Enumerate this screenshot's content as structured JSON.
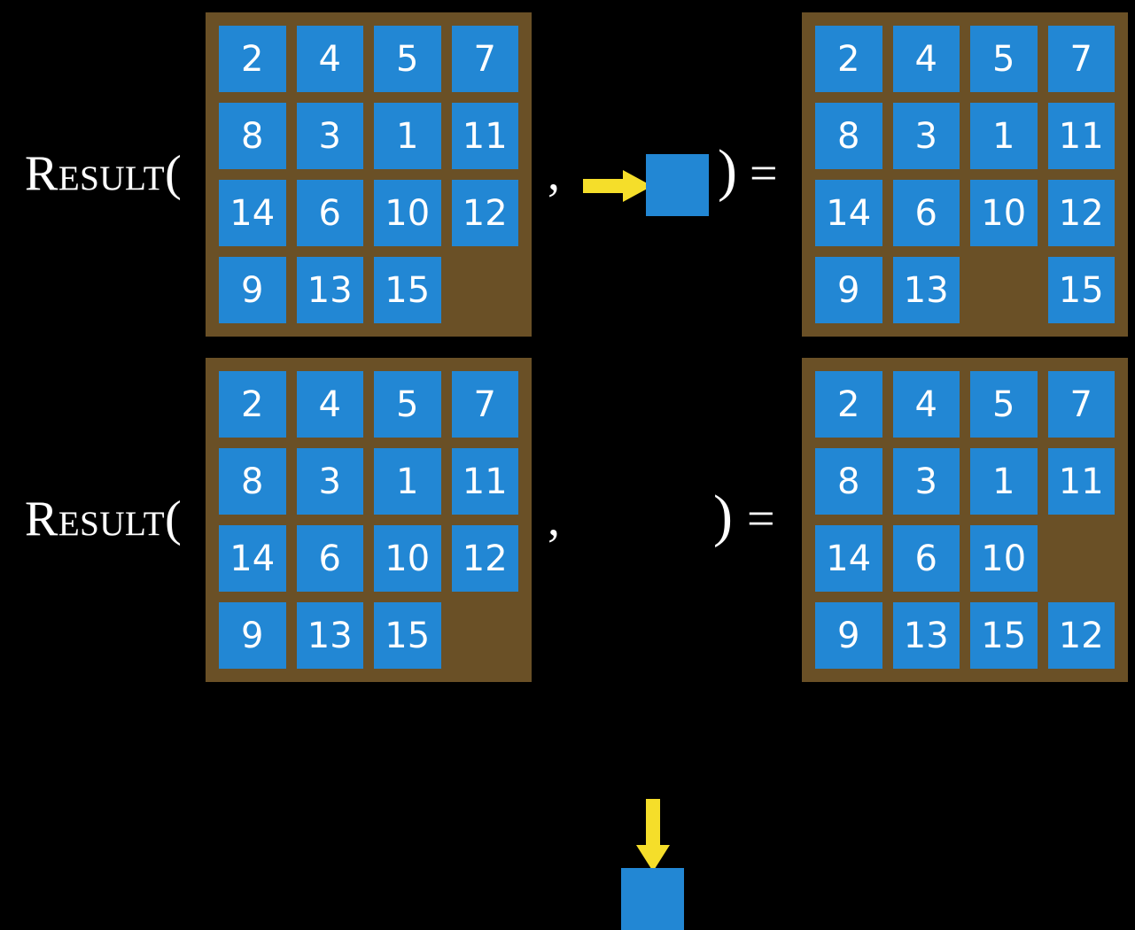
{
  "slide": {
    "background_color": "#000000",
    "tile_color": "#2287d4",
    "board_color": "#6a5026",
    "arrow_color": "#f5de2a",
    "text_color": "#ffffff"
  },
  "labels": {
    "result": "Result(",
    "comma": ",",
    "close_paren": ")",
    "equals": "="
  },
  "rows": [
    {
      "id": "row-top",
      "operation": "move-tile-right",
      "arrow_direction": "right",
      "arrow_icon": "arrow-right-icon",
      "input_board": {
        "name": "input-board-top",
        "rows": 4,
        "cols": 4,
        "cells": [
          [
            "2",
            "4",
            "5",
            "7"
          ],
          [
            "8",
            "3",
            "1",
            "11"
          ],
          [
            "14",
            "6",
            "10",
            "12"
          ],
          [
            "9",
            "13",
            "15",
            ""
          ]
        ]
      },
      "output_board": {
        "name": "output-board-top",
        "rows": 4,
        "cols": 4,
        "cells": [
          [
            "2",
            "4",
            "5",
            "7"
          ],
          [
            "8",
            "3",
            "1",
            "11"
          ],
          [
            "14",
            "6",
            "10",
            "12"
          ],
          [
            "9",
            "13",
            "",
            "15"
          ]
        ]
      }
    },
    {
      "id": "row-bottom",
      "operation": "move-tile-down",
      "arrow_direction": "down",
      "arrow_icon": "arrow-down-icon",
      "input_board": {
        "name": "input-board-bottom",
        "rows": 4,
        "cols": 4,
        "cells": [
          [
            "2",
            "4",
            "5",
            "7"
          ],
          [
            "8",
            "3",
            "1",
            "11"
          ],
          [
            "14",
            "6",
            "10",
            "12"
          ],
          [
            "9",
            "13",
            "15",
            ""
          ]
        ]
      },
      "output_board": {
        "name": "output-board-bottom",
        "rows": 4,
        "cols": 4,
        "cells": [
          [
            "2",
            "4",
            "5",
            "7"
          ],
          [
            "8",
            "3",
            "1",
            "11"
          ],
          [
            "14",
            "6",
            "10",
            ""
          ],
          [
            "9",
            "13",
            "15",
            "12"
          ]
        ]
      }
    }
  ]
}
